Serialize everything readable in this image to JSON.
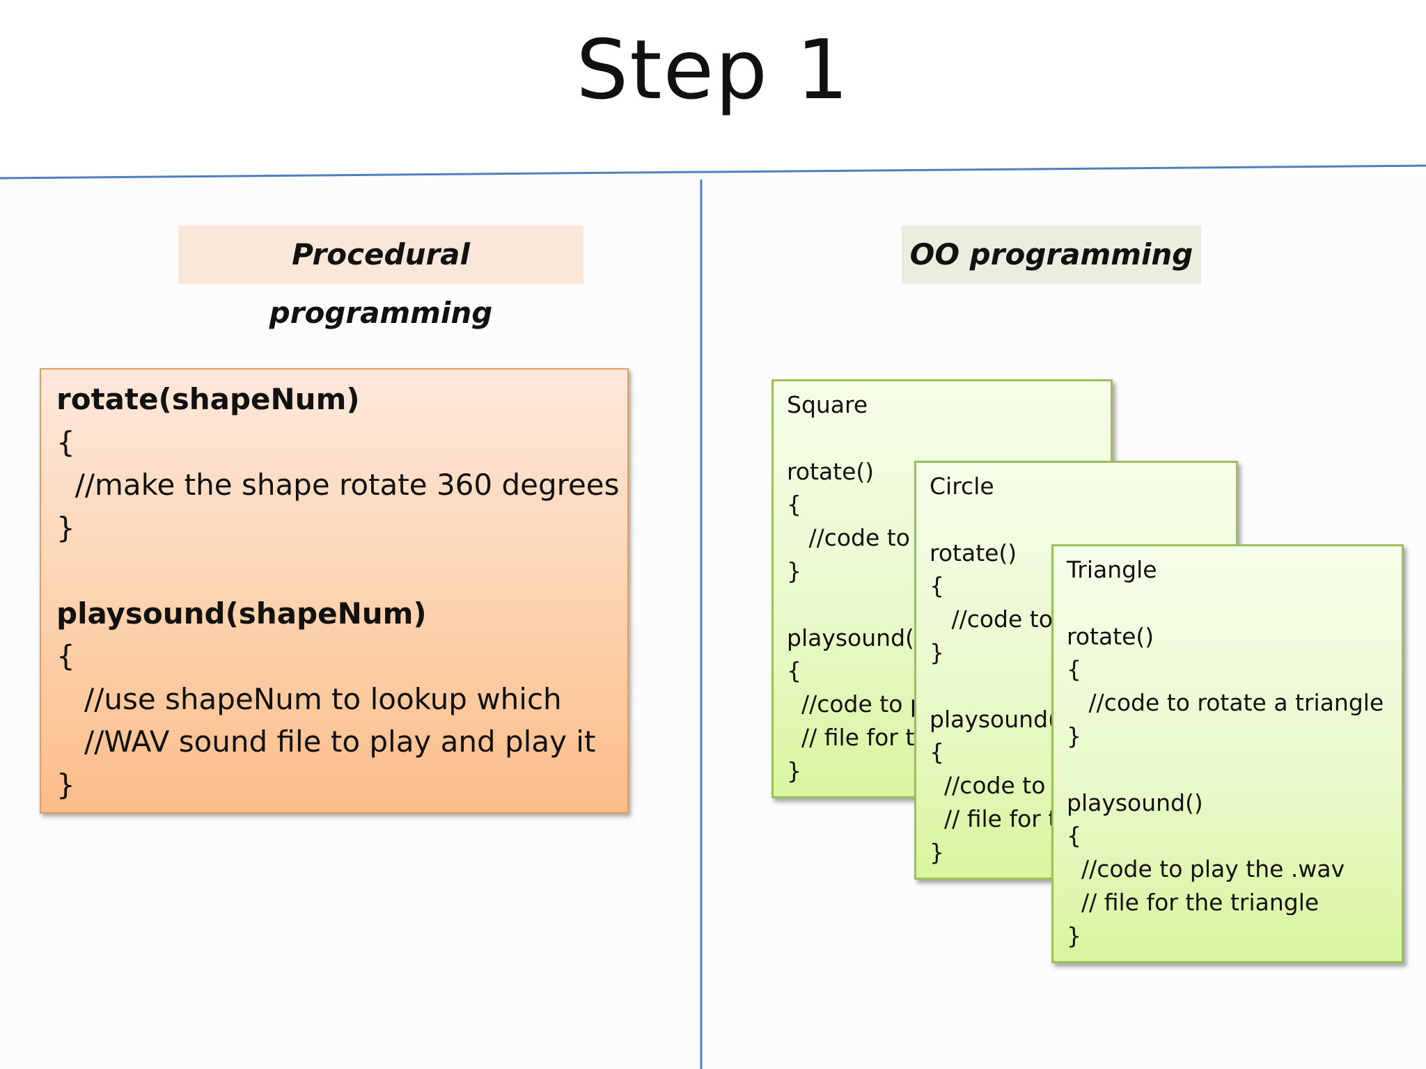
{
  "slide": {
    "title": "Step 1"
  },
  "procedural": {
    "heading": "Procedural programming",
    "lines": [
      "rotate(shapeNum)",
      "{",
      "  //make the shape rotate 360 degrees",
      "}",
      "",
      "playsound(shapeNum)",
      "{",
      "   //use shapeNum to lookup which",
      "   //WAV sound file to play and play it",
      "}"
    ]
  },
  "oo": {
    "heading": "OO  programming",
    "cards": {
      "square": {
        "lines": [
          "Square",
          "",
          "rotate()",
          "{",
          "   //code to rotate a square",
          "}",
          "",
          "playsound()",
          "{",
          "  //code to play the .wav",
          "  // file for the square",
          "}"
        ]
      },
      "circle": {
        "lines": [
          "Circle",
          "",
          "rotate()",
          "{",
          "   //code to rotate a circle",
          "}",
          "",
          "playsound()",
          "{",
          "  //code to play the .wav",
          "  // file for the circle",
          "}"
        ]
      },
      "triangle": {
        "lines": [
          "Triangle",
          "",
          "rotate()",
          "{",
          "   //code to rotate a triangle",
          "}",
          "",
          "playsound()",
          "{",
          "  //code to play the .wav",
          "  // file for the triangle",
          "}"
        ]
      }
    }
  },
  "colors": {
    "divider": "#4f7fc0",
    "procedural_heading_bg": "#fbe7d9",
    "oo_heading_bg": "#ededdf",
    "procedural_box_border": "#e59b5a",
    "card_border": "#9bbf59"
  }
}
